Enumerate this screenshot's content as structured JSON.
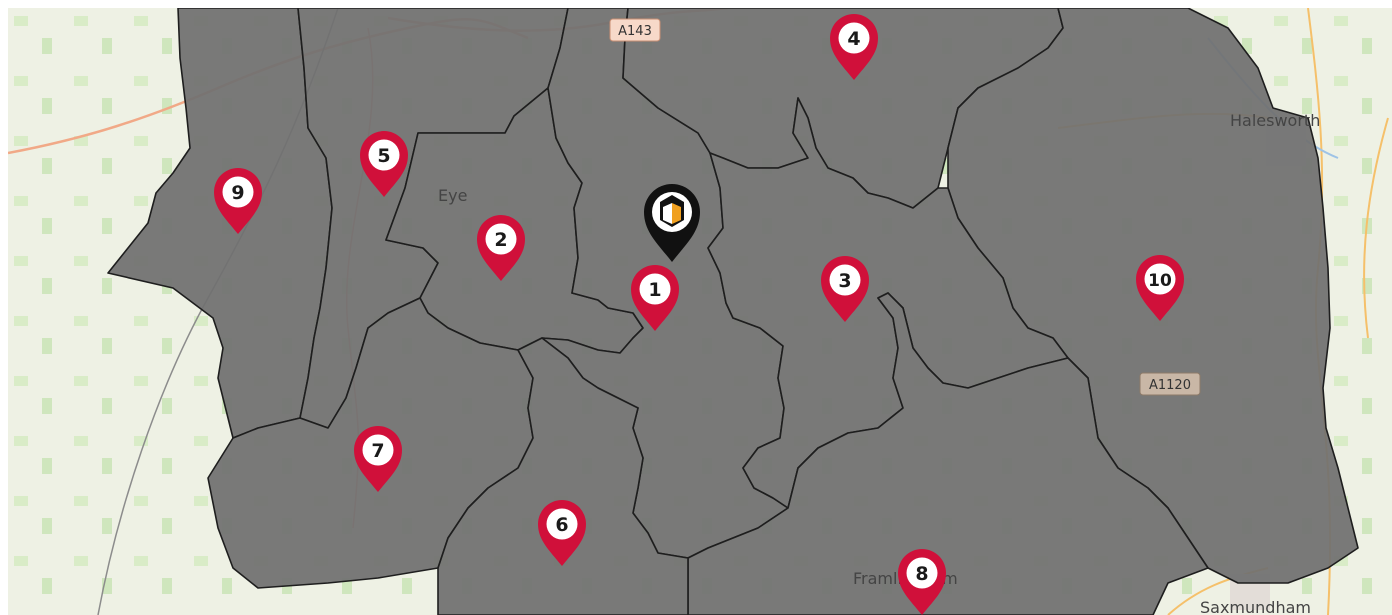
{
  "places": [
    {
      "name": "Eye"
    },
    {
      "name": "Halesworth"
    },
    {
      "name": "Framlingham"
    },
    {
      "name": "Saxmundham"
    }
  ],
  "roads": [
    {
      "label": "A143"
    },
    {
      "label": "A1120"
    }
  ],
  "markers": [
    {
      "number": "1"
    },
    {
      "number": "2"
    },
    {
      "number": "3"
    },
    {
      "number": "4"
    },
    {
      "number": "5"
    },
    {
      "number": "6"
    },
    {
      "number": "7"
    },
    {
      "number": "8"
    },
    {
      "number": "9"
    },
    {
      "number": "10"
    }
  ],
  "office_marker": {
    "icon": "company-logo-icon"
  },
  "colors": {
    "region_fill": "#707070",
    "region_border": "#1e1e1e",
    "marker": "#d0103a",
    "office_marker": "#111111",
    "basemap": "#eef1e4"
  }
}
